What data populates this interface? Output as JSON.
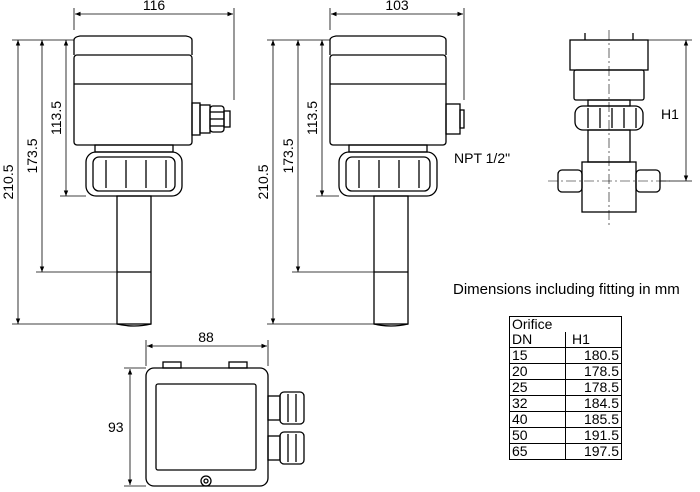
{
  "dimensions": {
    "width_front": "116",
    "width_side": "103",
    "height_total_front": "210.5",
    "height_mid_front": "173.5",
    "height_head_front": "113.5",
    "height_total_side": "210.5",
    "height_mid_side": "173.5",
    "height_head_side": "113.5",
    "width_top": "88",
    "height_top": "93",
    "fitting_height": "H1",
    "thread": "NPT 1/2\""
  },
  "caption": "Dimensions including fitting in mm",
  "table": {
    "header_1": "Orifice",
    "col_dn": "DN",
    "col_h1": "H1",
    "rows": [
      {
        "dn": "15",
        "h1": "180.5"
      },
      {
        "dn": "20",
        "h1": "178.5"
      },
      {
        "dn": "25",
        "h1": "178.5"
      },
      {
        "dn": "32",
        "h1": "184.5"
      },
      {
        "dn": "40",
        "h1": "185.5"
      },
      {
        "dn": "50",
        "h1": "191.5"
      },
      {
        "dn": "65",
        "h1": "197.5"
      }
    ]
  }
}
